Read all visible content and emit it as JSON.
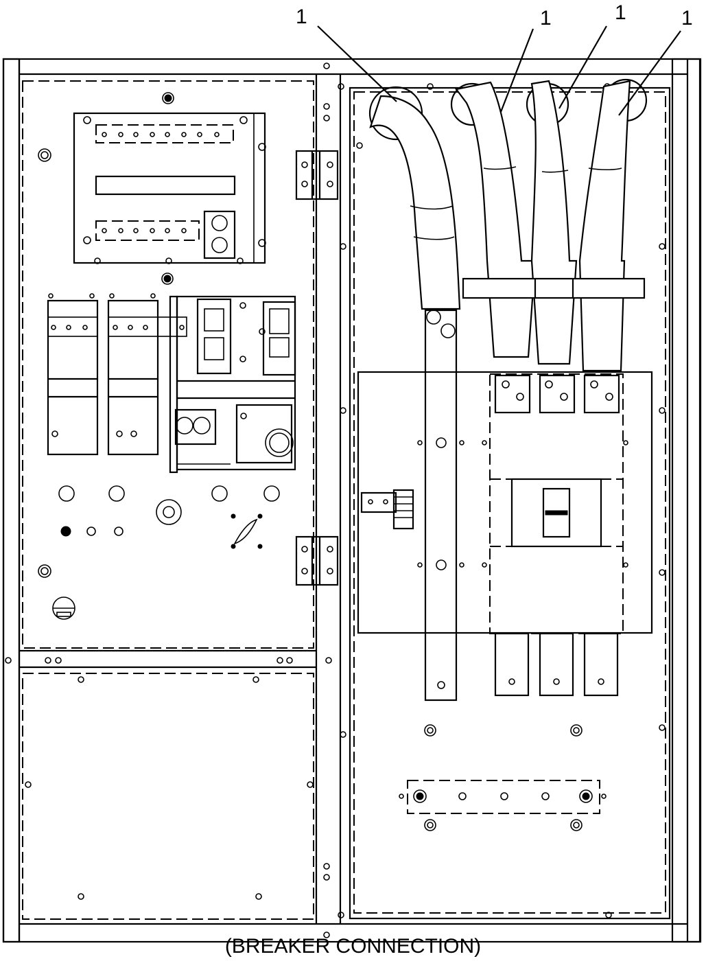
{
  "callouts": [
    {
      "text": "1"
    },
    {
      "text": "1"
    },
    {
      "text": "1"
    },
    {
      "text": "1"
    }
  ],
  "caption": "(BREAKER CONNECTION)",
  "colors": {
    "line": "#000000",
    "background": "#ffffff"
  }
}
